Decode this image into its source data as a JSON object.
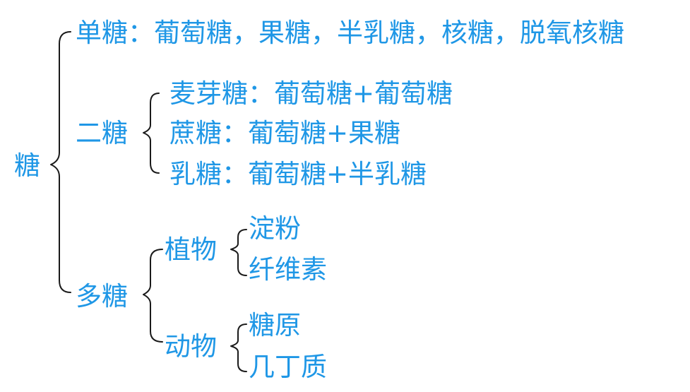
{
  "colors": {
    "text": "#1f97e6",
    "brace": "#1a1a1a",
    "background": "#ffffff"
  },
  "root": "糖",
  "mono": "单糖：葡萄糖，果糖，半乳糖，核糖，脱氧核糖",
  "di": {
    "label": "二糖",
    "items": [
      "麦芽糖：葡萄糖+葡萄糖",
      "蔗糖：葡萄糖+果糖",
      "乳糖：葡萄糖+半乳糖"
    ]
  },
  "poly": {
    "label": "多糖",
    "plant": {
      "label": "植物",
      "items": [
        "淀粉",
        "纤维素"
      ]
    },
    "animal": {
      "label": "动物",
      "items": [
        "糖原",
        "几丁质"
      ]
    }
  }
}
